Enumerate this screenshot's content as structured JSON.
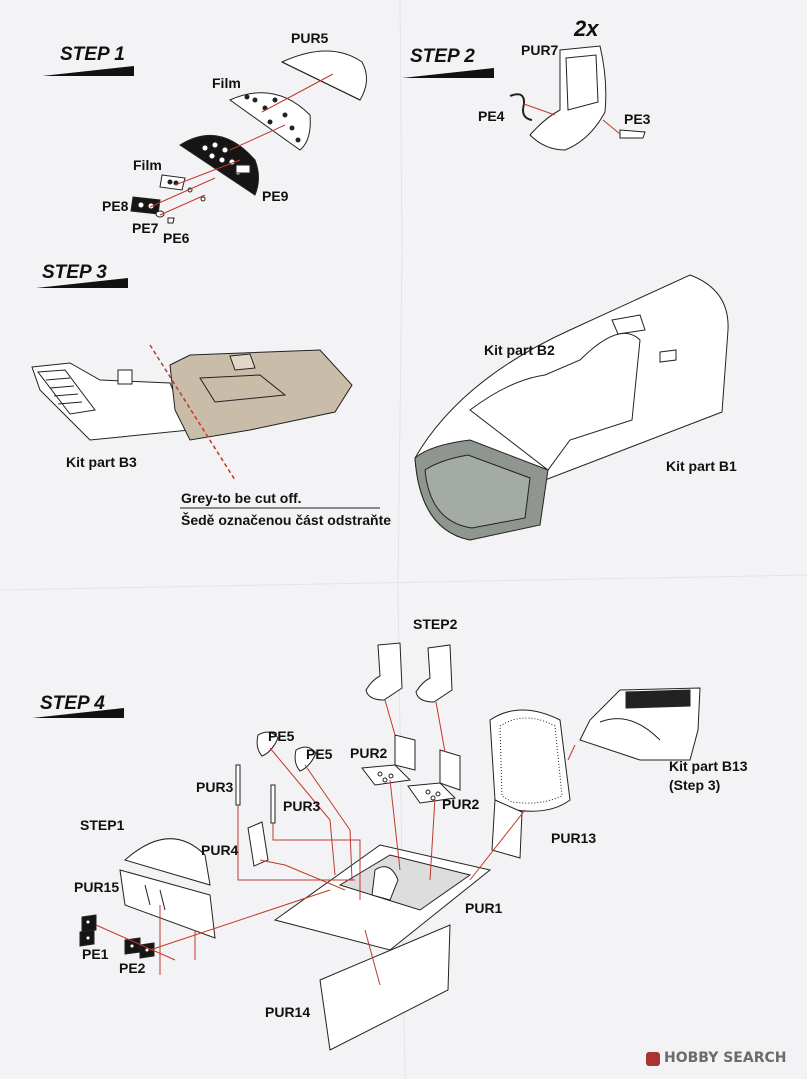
{
  "steps": {
    "step1": "STEP 1",
    "step2": "STEP 2",
    "step3": "STEP 3",
    "step4": "STEP 4"
  },
  "step1_labels": {
    "pur5": "PUR5",
    "film_top": "Film",
    "film_left": "Film",
    "pe9": "PE9",
    "pe8": "PE8",
    "pe7": "PE7",
    "pe6": "PE6"
  },
  "step2_labels": {
    "multiplier": "2x",
    "pur7": "PUR7",
    "pe4": "PE4",
    "pe3": "PE3"
  },
  "step3_labels": {
    "kit_b3": "Kit part B3",
    "kit_b2": "Kit part B2",
    "kit_b1": "Kit part B1",
    "note_en": "Grey-to be cut off.",
    "note_cz": "Šedě označenou část odstraňte"
  },
  "step4_labels": {
    "step2_ref": "STEP2",
    "pe5_a": "PE5",
    "pe5_b": "PE5",
    "pur2_a": "PUR2",
    "pur2_b": "PUR2",
    "pur3_a": "PUR3",
    "pur3_b": "PUR3",
    "step1_ref": "STEP1",
    "pur4": "PUR4",
    "pur15": "PUR15",
    "pe1": "PE1",
    "pe2": "PE2",
    "pur1": "PUR1",
    "pur13": "PUR13",
    "kit_b13": "Kit part B13",
    "kit_b13_note": "(Step 3)",
    "pur14": "PUR14"
  },
  "watermark": "HOBBY SEARCH",
  "colors": {
    "paper": "#f3f3f5",
    "ink": "#111111",
    "guide_line": "#c0392b",
    "cut_grey": "#b8ab9b",
    "hull_grey": "#8f958f"
  }
}
